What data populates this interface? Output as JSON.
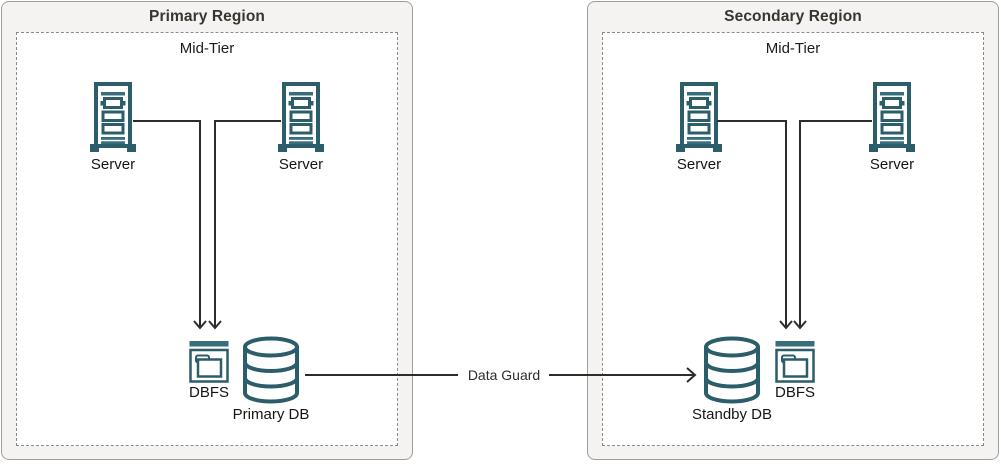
{
  "regions": [
    {
      "title": "Primary Region",
      "tier_label": "Mid-Tier",
      "servers": [
        "Server",
        "Server"
      ],
      "dbfs_label": "DBFS",
      "db_label": "Primary DB"
    },
    {
      "title": "Secondary Region",
      "tier_label": "Mid-Tier",
      "servers": [
        "Server",
        "Server"
      ],
      "dbfs_label": "DBFS",
      "db_label": "Standby DB"
    }
  ],
  "connection": {
    "label": "Data Guard"
  },
  "colors": {
    "icon_teal": "#2c5d6b",
    "icon_teal_light": "#386d7d",
    "line_dark": "#2e2d2c",
    "region_fill": "#f4f3f1",
    "region_border": "#a29c95",
    "dashed_border": "#8f8a84",
    "title_text": "#39352e",
    "label_text": "#161514"
  }
}
